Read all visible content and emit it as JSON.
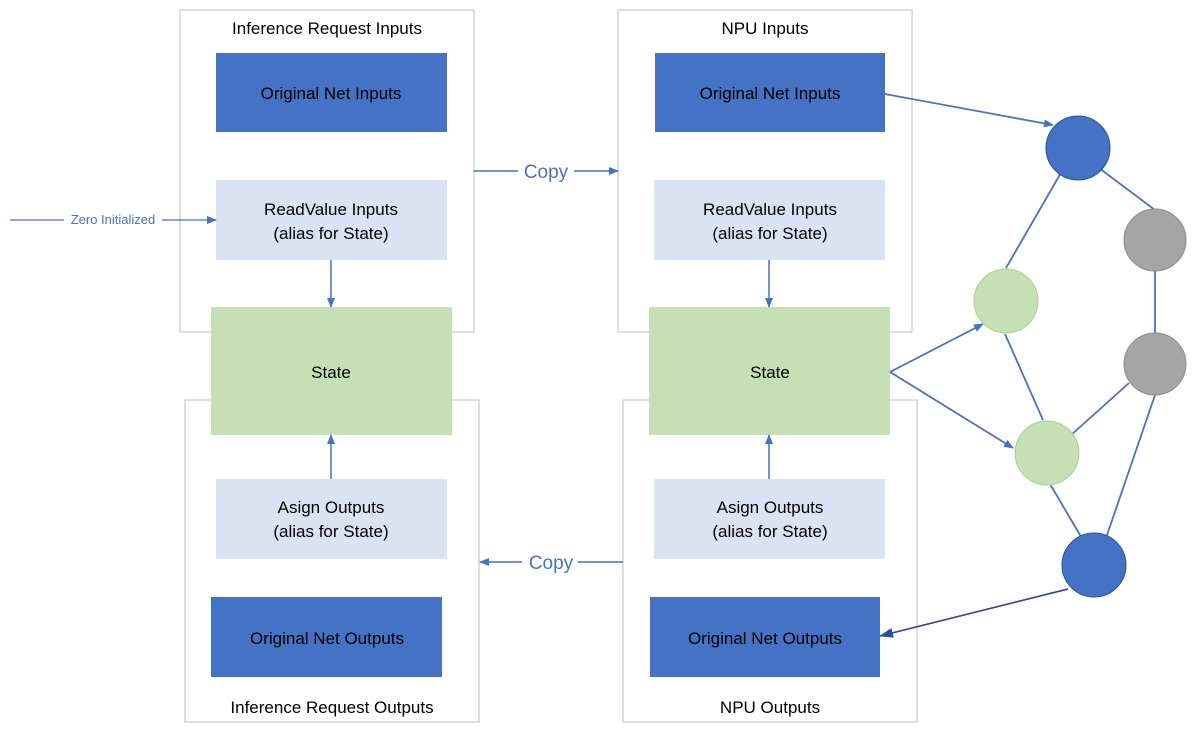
{
  "containers": {
    "ir_inputs_title": "Inference Request Inputs",
    "npu_inputs_title": "NPU Inputs",
    "ir_outputs_title": "Inference Request Outputs",
    "npu_outputs_title": "NPU Outputs"
  },
  "boxes": {
    "ir_original_inputs": "Original Net Inputs",
    "ir_readvalue_line1": "ReadValue Inputs",
    "ir_readvalue_line2": "(alias for State)",
    "ir_state": "State",
    "ir_assign_line1": "Asign Outputs",
    "ir_assign_line2": "(alias for State)",
    "ir_original_outputs": "Original Net Outputs",
    "npu_original_inputs": "Original Net Inputs",
    "npu_readvalue_line1": "ReadValue Inputs",
    "npu_readvalue_line2": "(alias for State)",
    "npu_state": "State",
    "npu_assign_line1": "Asign Outputs",
    "npu_assign_line2": "(alias for State)",
    "npu_original_outputs": "Original Net Outputs"
  },
  "arrows": {
    "copy_top": "Copy",
    "copy_bottom": "Copy",
    "zero_initialized": "Zero Initialized"
  },
  "graph_nodes": [
    {
      "id": "n1",
      "color": "blue"
    },
    {
      "id": "n2",
      "color": "gray"
    },
    {
      "id": "n3",
      "color": "green"
    },
    {
      "id": "n4",
      "color": "gray"
    },
    {
      "id": "n5",
      "color": "green"
    },
    {
      "id": "n6",
      "color": "blue"
    }
  ],
  "colors": {
    "dark_blue": "#4472c4",
    "light_blue": "#dae3f3",
    "light_green": "#c5e0b4",
    "gray": "#a5a5a5",
    "arrow": "#4472c4",
    "container_border": "#bfbfbf"
  }
}
